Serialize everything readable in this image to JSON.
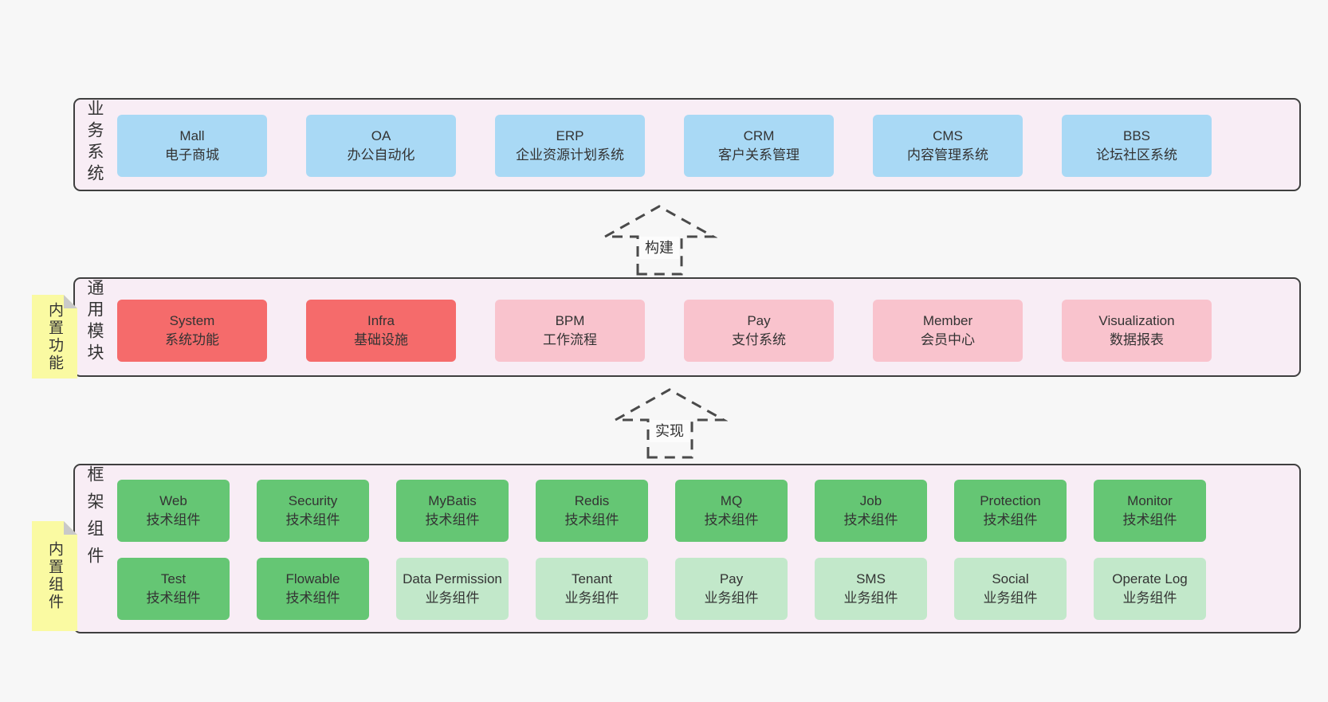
{
  "colors": {
    "page_bg": "#f7f7f7",
    "panel_bg": "#f8edf5",
    "panel_border": "#3f3f3f",
    "text": "#333333",
    "blue": "#a9d9f5",
    "red": "#f56b6b",
    "pink": "#f9c3cd",
    "green": "#65c674",
    "lightgreen": "#c2e8ca",
    "yellow": "#fafaa2",
    "fold": "#c9c9c9",
    "arrow_stroke": "#4a4a4a"
  },
  "diagram": {
    "layers": [
      {
        "label": "业务系统",
        "tag": null,
        "rows": [
          [
            {
              "name": "Mall",
              "desc": "电子商城",
              "type": "blue"
            },
            {
              "name": "OA",
              "desc": "办公自动化",
              "type": "blue"
            },
            {
              "name": "ERP",
              "desc": "企业资源计划系统",
              "type": "blue"
            },
            {
              "name": "CRM",
              "desc": "客户关系管理",
              "type": "blue"
            },
            {
              "name": "CMS",
              "desc": "内容管理系统",
              "type": "blue"
            },
            {
              "name": "BBS",
              "desc": "论坛社区系统",
              "type": "blue"
            }
          ]
        ]
      },
      {
        "label": "通用模块",
        "tag": "内置功能",
        "rows": [
          [
            {
              "name": "System",
              "desc": "系统功能",
              "type": "red"
            },
            {
              "name": "Infra",
              "desc": "基础设施",
              "type": "red"
            },
            {
              "name": "BPM",
              "desc": "工作流程",
              "type": "pink"
            },
            {
              "name": "Pay",
              "desc": "支付系统",
              "type": "pink"
            },
            {
              "name": "Member",
              "desc": "会员中心",
              "type": "pink"
            },
            {
              "name": "Visualization",
              "desc": "数据报表",
              "type": "pink"
            }
          ]
        ]
      },
      {
        "label": "框架组件",
        "tag": "内置组件",
        "rows": [
          [
            {
              "name": "Web",
              "desc": "技术组件",
              "type": "green"
            },
            {
              "name": "Security",
              "desc": "技术组件",
              "type": "green"
            },
            {
              "name": "MyBatis",
              "desc": "技术组件",
              "type": "green"
            },
            {
              "name": "Redis",
              "desc": "技术组件",
              "type": "green"
            },
            {
              "name": "MQ",
              "desc": "技术组件",
              "type": "green"
            },
            {
              "name": "Job",
              "desc": "技术组件",
              "type": "green"
            },
            {
              "name": "Protection",
              "desc": "技术组件",
              "type": "green"
            },
            {
              "name": "Monitor",
              "desc": "技术组件",
              "type": "green"
            }
          ],
          [
            {
              "name": "Test",
              "desc": "技术组件",
              "type": "green"
            },
            {
              "name": "Flowable",
              "desc": "技术组件",
              "type": "green"
            },
            {
              "name": "Data Permission",
              "desc": "业务组件",
              "type": "lightgreen"
            },
            {
              "name": "Tenant",
              "desc": "业务组件",
              "type": "lightgreen"
            },
            {
              "name": "Pay",
              "desc": "业务组件",
              "type": "lightgreen"
            },
            {
              "name": "SMS",
              "desc": "业务组件",
              "type": "lightgreen"
            },
            {
              "name": "Social",
              "desc": "业务组件",
              "type": "lightgreen"
            },
            {
              "name": "Operate Log",
              "desc": "业务组件",
              "type": "lightgreen"
            }
          ]
        ]
      }
    ],
    "arrows": [
      {
        "label": "构建"
      },
      {
        "label": "实现"
      }
    ]
  }
}
